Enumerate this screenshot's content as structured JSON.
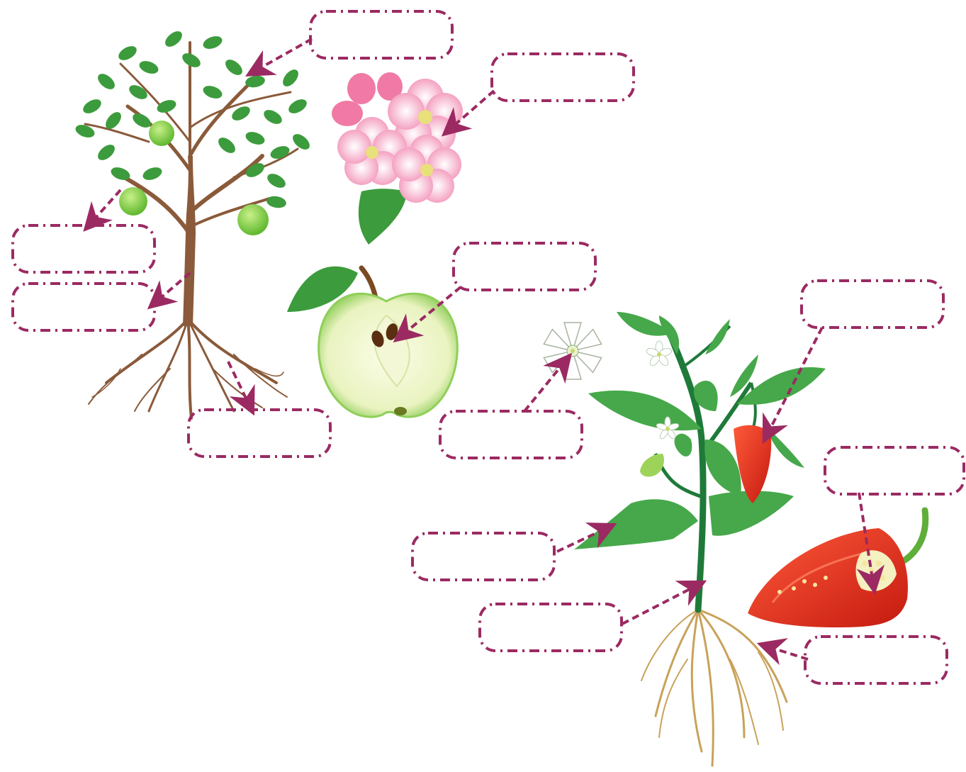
{
  "colors": {
    "label_border": "#9b2a62",
    "leaf": "#3c9b3c",
    "leaf_dark": "#2a7a2a",
    "trunk": "#8a5a3a",
    "root": "#c8a25a",
    "apple": "#86d04a",
    "blossom": "#f7b7cf",
    "pepper": "#e0301e",
    "stem": "#1f7a3a"
  },
  "labels": [
    {
      "id": "apple-tree-leaf",
      "text": ""
    },
    {
      "id": "apple-blossom",
      "text": ""
    },
    {
      "id": "apple-tree-fruit",
      "text": ""
    },
    {
      "id": "apple-tree-trunk",
      "text": ""
    },
    {
      "id": "apple-tree-root",
      "text": ""
    },
    {
      "id": "apple-seed",
      "text": ""
    },
    {
      "id": "pepper-flower",
      "text": ""
    },
    {
      "id": "pepper-fruit",
      "text": ""
    },
    {
      "id": "pepper-seed",
      "text": ""
    },
    {
      "id": "pepper-leaf",
      "text": ""
    },
    {
      "id": "pepper-stem",
      "text": ""
    },
    {
      "id": "pepper-root",
      "text": ""
    }
  ]
}
